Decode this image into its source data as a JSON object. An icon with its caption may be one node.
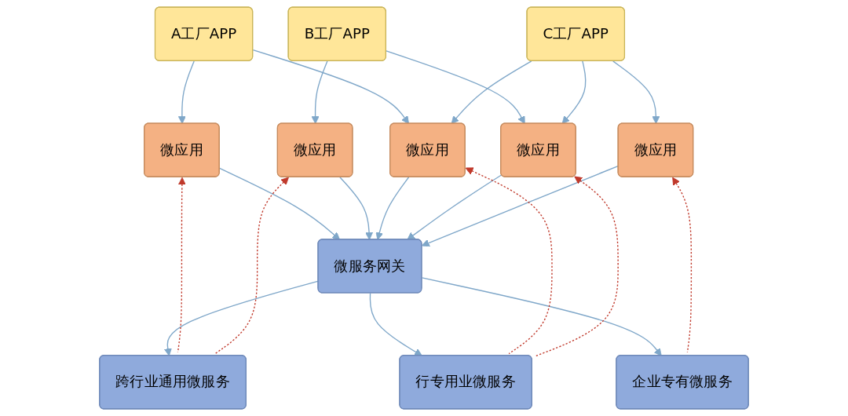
{
  "diagram": {
    "nodes": [
      {
        "text": [
          "A工厂APP"
        ]
      },
      {
        "text": [
          "B工厂APP"
        ]
      },
      {
        "text": [
          "C工厂APP"
        ]
      },
      {
        "text": [
          "微应用"
        ]
      },
      {
        "text": [
          "微应用"
        ]
      },
      {
        "text": [
          "微应用"
        ]
      },
      {
        "text": [
          "微应用"
        ]
      },
      {
        "text": [
          "微应用"
        ]
      },
      {
        "text": [
          "微服务网关"
        ]
      },
      {
        "text": [
          "跨行业通用微服务"
        ]
      },
      {
        "text": [
          "行专用业微服务"
        ]
      },
      {
        "text": [
          "企业专有微服务"
        ]
      }
    ],
    "edges": [
      {
        "from": 0,
        "to": 3,
        "arrow": "to"
      },
      {
        "from": 0,
        "to": 5,
        "arrow": "to"
      },
      {
        "from": 1,
        "to": 4,
        "arrow": "to"
      },
      {
        "from": 1,
        "to": 6,
        "arrow": "to"
      },
      {
        "from": 2,
        "to": 5,
        "arrow": "to"
      },
      {
        "from": 2,
        "to": 6,
        "arrow": "to"
      },
      {
        "from": 2,
        "to": 7,
        "arrow": "to"
      },
      {
        "from": 3,
        "to": 8,
        "arrow": "to"
      },
      {
        "from": 4,
        "to": 8,
        "arrow": "to"
      },
      {
        "from": 5,
        "to": 8,
        "arrow": "to"
      },
      {
        "from": 6,
        "to": 8,
        "arrow": "to"
      },
      {
        "from": 7,
        "to": 8,
        "arrow": "to"
      },
      {
        "from": 8,
        "to": 9,
        "arrow": "to"
      },
      {
        "from": 8,
        "to": 10,
        "arrow": "to"
      },
      {
        "from": 8,
        "to": 11,
        "arrow": "to"
      },
      {
        "from": 9,
        "to": 3,
        "arrow": "to",
        "style": "dashed",
        "color": "#c0392b"
      },
      {
        "from": 9,
        "to": 4,
        "arrow": "to",
        "style": "dashed",
        "color": "#c0392b"
      },
      {
        "from": 10,
        "to": 5,
        "arrow": "to",
        "style": "dashed",
        "color": "#c0392b"
      },
      {
        "from": 10,
        "to": 6,
        "arrow": "to",
        "style": "dashed",
        "color": "#c0392b"
      },
      {
        "from": 11,
        "to": 7,
        "arrow": "to",
        "style": "dashed",
        "color": "#c0392b"
      }
    ]
  }
}
